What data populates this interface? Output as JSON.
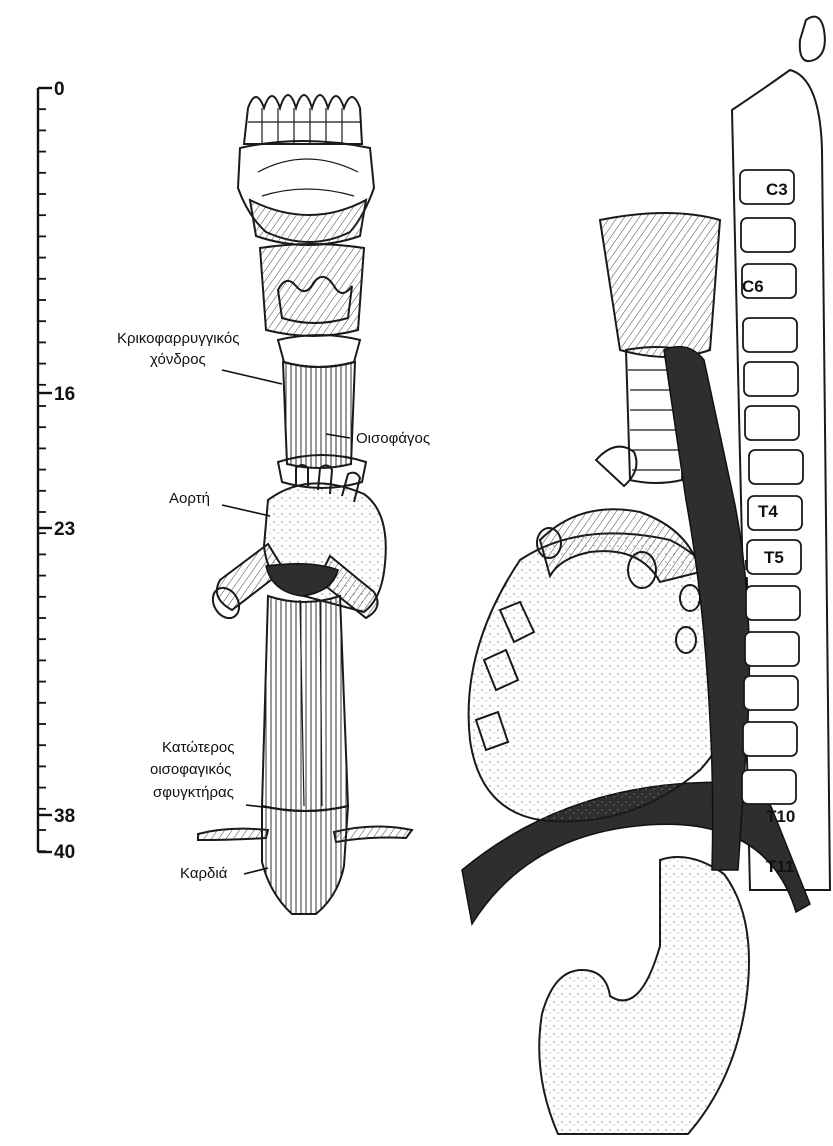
{
  "scale": {
    "ticks": [
      "0",
      "16",
      "23",
      "38",
      "40"
    ]
  },
  "labels": {
    "cricopharyngeus_line1": "Κρικοφαρρυγγικός",
    "cricopharyngeus_line2": "χόνδρος",
    "esophagus": "Οισοφάγος",
    "aorta": "Αορτή",
    "les_line1": "Κατώτερος",
    "les_line2": "οισοφαγικός",
    "les_line3": "σφυγκτήρας",
    "cardia": "Καρδιά"
  },
  "vertebrae": {
    "c3": "C3",
    "c6": "C6",
    "t4": "T4",
    "t5": "T5",
    "t10": "T10",
    "t11": "T11"
  }
}
